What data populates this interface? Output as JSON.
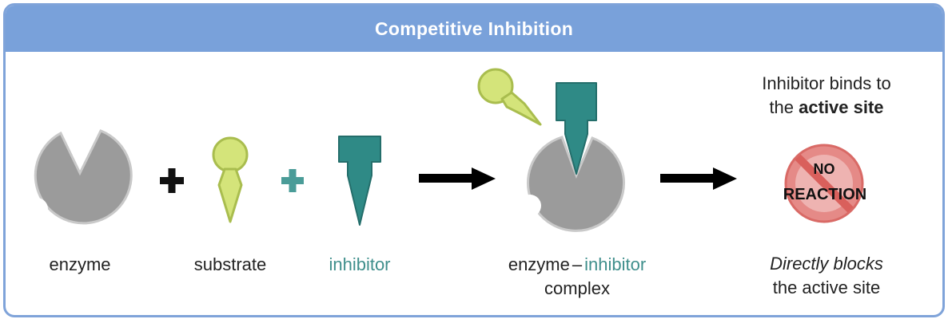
{
  "title": "Competitive Inhibition",
  "labels": {
    "enzyme": "enzyme",
    "substrate": "substrate",
    "inhibitor": "inhibitor",
    "complex_enzyme": "enzyme",
    "complex_dash": "–",
    "complex_inhibitor": "inhibitor",
    "complex_line2": "complex"
  },
  "operators": {
    "plus1": "+",
    "plus2": "+"
  },
  "top_note": {
    "line1": "Inhibitor binds to",
    "line2_prefix": "the ",
    "line2_bold": "active site"
  },
  "bottom_note": {
    "line1": "Directly blocks",
    "line2": "the active site"
  },
  "no_reaction": {
    "line1": "NO",
    "line2": "REACTION"
  },
  "colors": {
    "header": "#79a1da",
    "enzyme": "#9b9b9b",
    "substrate": "#d4e47a",
    "inhibitor": "#2f8a86",
    "inhibitor_text": "#3f8f8c",
    "no_sign": "#e58a87"
  }
}
